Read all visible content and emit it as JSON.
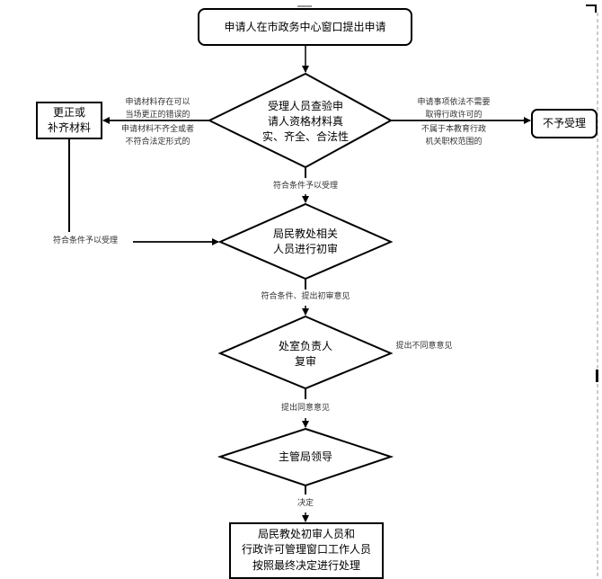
{
  "nodes": {
    "start": {
      "type": "rounded-box",
      "text": "申请人在市政务中心窗口提出申请"
    },
    "check": {
      "type": "decision",
      "text": "受理人员查验申\n请人资格材料真\n实、齐全、合法性"
    },
    "correct": {
      "type": "box",
      "text": "更正或\n补齐材料"
    },
    "reject": {
      "type": "rounded-box",
      "text": "不予受理"
    },
    "initial_review": {
      "type": "decision",
      "text": "局民教处相关\n人员进行初审"
    },
    "office_review": {
      "type": "decision",
      "text": "处室负责人\n复审"
    },
    "leader": {
      "type": "decision",
      "text": "主管局领导"
    },
    "final": {
      "type": "box",
      "text": "局民教处初审人员和\n行政许可管理窗口工作人员\n按照最终决定进行处理"
    }
  },
  "edges": {
    "to_correct_upper": "申请材料存在可以\n当场更正的错误的",
    "to_correct_lower": "申请材料不齐全或者\n不符合法定形式的",
    "to_reject_upper": "申请事项依法不需要\n取得行政许可的",
    "to_reject_lower": "不属于本教育行政\n机关职权范围的",
    "check_accept": "符合条件予以受理",
    "correct_accept": "符合条件予以受理",
    "initial_pass": "符合条件、提出初审意见",
    "office_disagree": "提出不同意意见",
    "office_agree": "提出同意意见",
    "leader_decide": "决定"
  }
}
